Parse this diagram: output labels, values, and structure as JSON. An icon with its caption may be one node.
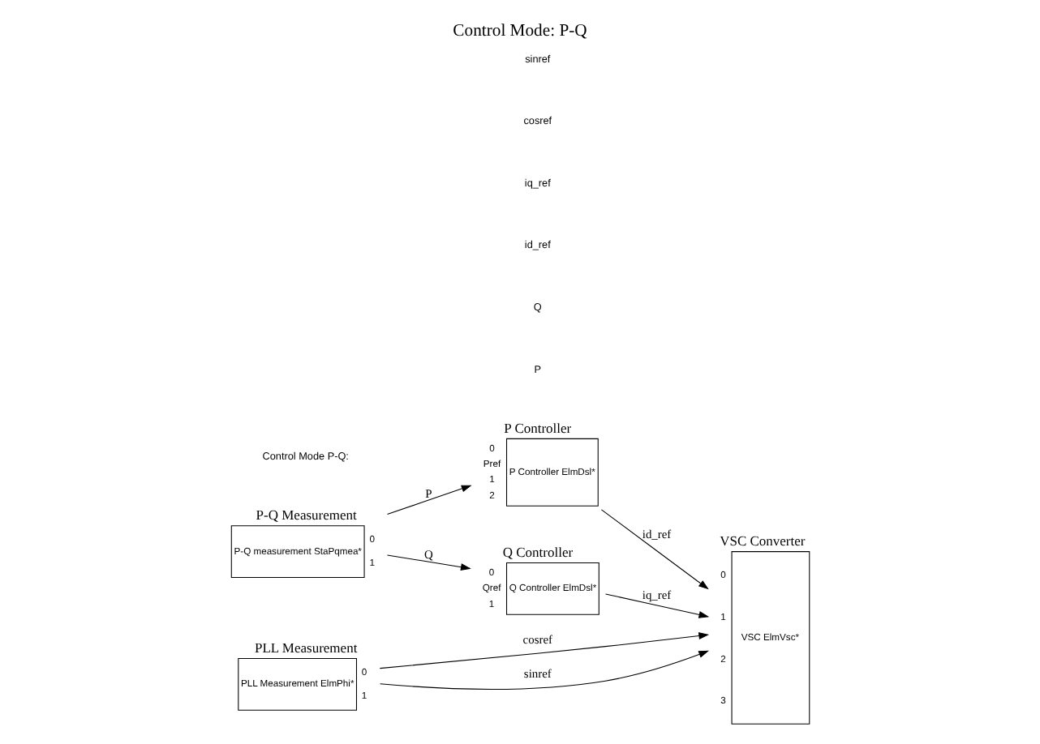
{
  "diagram": {
    "title": "Control Mode: P-Q",
    "nodes": [
      {
        "text": [
          "P-Q Measurement",
          "P-Q measurement StaPqmea*"
        ],
        "beside": [
          "0",
          "1"
        ]
      },
      {
        "text": [
          "P Controller",
          "P Controller ElmDsl*"
        ],
        "beside": [
          "0",
          "Pref",
          "1",
          "2"
        ]
      },
      {
        "text": [
          "Q Controller",
          "Q Controller ElmDsl*"
        ],
        "beside": [
          "0",
          "Qref",
          "1"
        ]
      },
      {
        "text": [
          "VSC Converter",
          "VSC ElmVsc*"
        ],
        "beside": [
          "0",
          "1",
          "2",
          "3"
        ]
      },
      {
        "text": [
          "PLL Measurement",
          "PLL Measurement ElmPhi*"
        ],
        "beside": [
          "0",
          "1"
        ]
      }
    ],
    "edges": [
      {
        "from": 0,
        "to": 1,
        "arrow": "to",
        "label": "P"
      },
      {
        "from": 0,
        "to": 2,
        "arrow": "to",
        "label": "Q"
      },
      {
        "from": 1,
        "to": 3,
        "arrow": "to",
        "label": "id_ref"
      },
      {
        "from": 2,
        "to": 3,
        "arrow": "to",
        "label": "iq_ref"
      },
      {
        "from": 4,
        "to": 3,
        "arrow": "to",
        "label": "cosref"
      },
      {
        "from": 4,
        "to": 3,
        "arrow": "to",
        "label": "sinref"
      }
    ],
    "labels": [
      "Control Mode P-Q:",
      "P",
      "Q",
      "id_ref",
      "iq_ref",
      "cosref",
      "sinref"
    ]
  }
}
